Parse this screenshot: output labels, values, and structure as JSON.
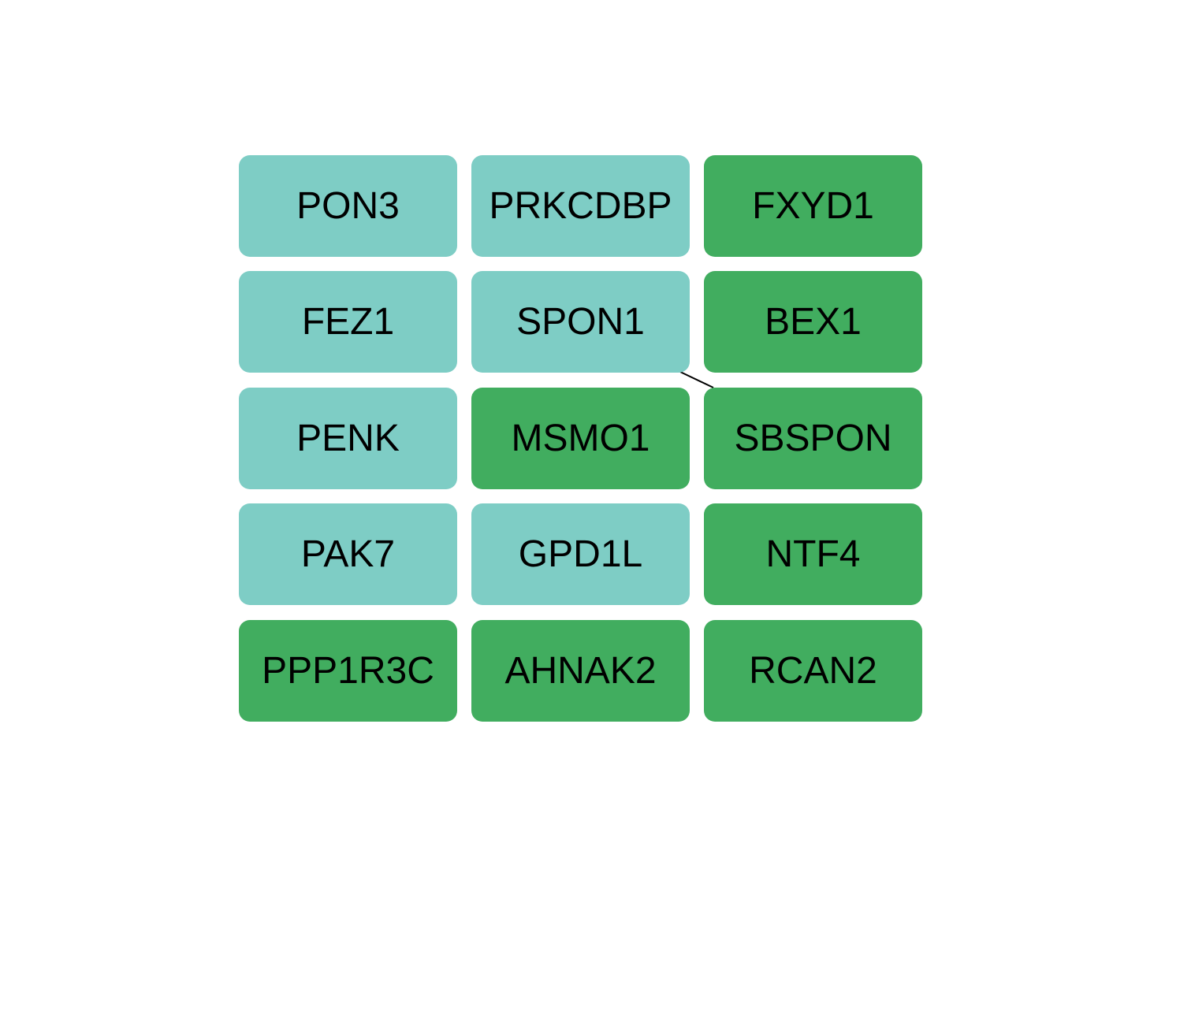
{
  "colors": {
    "teal": "#7ecdc5",
    "green": "#41ad5f",
    "edge": "#000000",
    "background": "#ffffff"
  },
  "nodes": [
    {
      "id": "PON3",
      "label": "PON3",
      "group": "teal"
    },
    {
      "id": "PRKCDBP",
      "label": "PRKCDBP",
      "group": "teal"
    },
    {
      "id": "FXYD1",
      "label": "FXYD1",
      "group": "green"
    },
    {
      "id": "FEZ1",
      "label": "FEZ1",
      "group": "teal"
    },
    {
      "id": "SPON1",
      "label": "SPON1",
      "group": "teal"
    },
    {
      "id": "BEX1",
      "label": "BEX1",
      "group": "green"
    },
    {
      "id": "PENK",
      "label": "PENK",
      "group": "teal"
    },
    {
      "id": "MSMO1",
      "label": "MSMO1",
      "group": "green"
    },
    {
      "id": "SBSPON",
      "label": "SBSPON",
      "group": "green"
    },
    {
      "id": "PAK7",
      "label": "PAK7",
      "group": "teal"
    },
    {
      "id": "GPD1L",
      "label": "GPD1L",
      "group": "teal"
    },
    {
      "id": "NTF4",
      "label": "NTF4",
      "group": "green"
    },
    {
      "id": "PPP1R3C",
      "label": "PPP1R3C",
      "group": "green"
    },
    {
      "id": "AHNAK2",
      "label": "AHNAK2",
      "group": "green"
    },
    {
      "id": "RCAN2",
      "label": "RCAN2",
      "group": "green"
    }
  ],
  "edges": [
    {
      "from": "SPON1",
      "to": "SBSPON"
    }
  ]
}
